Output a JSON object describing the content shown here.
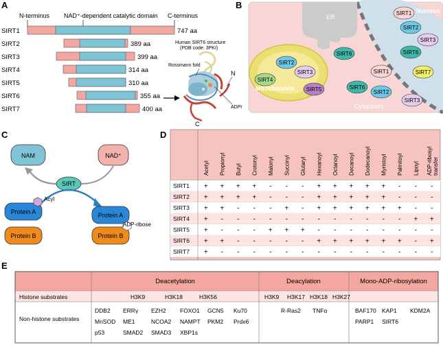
{
  "panel_labels": {
    "a": "A",
    "b": "B",
    "c": "C",
    "d": "D",
    "e": "E"
  },
  "panel_a": {
    "n_terminus": "N-terminus",
    "catalytic_domain": "NAD⁺-dependent catalytic domain",
    "c_terminus": "C-terminus",
    "sirtuins": [
      {
        "name": "SIRT1",
        "length": "747 aa"
      },
      {
        "name": "SIRT2",
        "length": "389 aa"
      },
      {
        "name": "SIRT3",
        "length": "399 aa"
      },
      {
        "name": "SIRT4",
        "length": "314 aa"
      },
      {
        "name": "SIRT5",
        "length": "310 aa"
      },
      {
        "name": "SIRT6",
        "length": "355 aa"
      },
      {
        "name": "SIRT7",
        "length": "400 aa"
      }
    ],
    "structure_title": "Human SIRT6 structure",
    "structure_pdb": "(PDB code: 3PKI)",
    "rossmann": "Rossmann fold",
    "n_label": "N",
    "c_label": "C",
    "adpr": "ADPr",
    "colors": {
      "terminal": "#f4a6a0",
      "domain": "#7fc3d6"
    }
  },
  "panel_b": {
    "er": "ER",
    "nucleus": "Nucleus",
    "cytoplasm": "Cytoplasm",
    "mitochondria": "Mitochondria",
    "mito_sirts": [
      "SIRT2",
      "SIRT4",
      "SIRT3",
      "SIRT5"
    ],
    "er_sirt": "SIRT6",
    "nuclear_sirts": [
      "SIRT1",
      "SIRT2",
      "SIRT6",
      "SIRT3",
      "SIRT7"
    ],
    "cyto_sirts": [
      "SIRT1",
      "SIRT6",
      "SIRT2",
      "SIRT3"
    ]
  },
  "panel_c": {
    "nam": "NAM",
    "nad": "NAD⁺",
    "sirt": "SIRT",
    "acyl": "Acyl",
    "adp_ribose": "ADP-ribose",
    "protein_a": "Protein A",
    "protein_b": "Protein B"
  },
  "panel_d": {
    "columns": [
      "Acetyl",
      "Propionyl",
      "Butyl",
      "Crotonyl",
      "Malonyl",
      "Succinyl",
      "Glutaryl",
      "Hexanoyl",
      "Octanoyl",
      "Decanoyl",
      "Dodecanoyl",
      "Myristoyl",
      "Palmitoyl",
      "Lipoyl",
      "ADP-ribosyl transfer"
    ],
    "rows": [
      {
        "name": "SIRT1",
        "cells": [
          "+",
          "+",
          "+",
          "+",
          "-",
          "-",
          "-",
          "+",
          "+",
          "+",
          "+",
          "+",
          "-",
          "-",
          "-"
        ]
      },
      {
        "name": "SIRT2",
        "cells": [
          "+",
          "+",
          "+",
          "+",
          "-",
          "-",
          "-",
          "+",
          "+",
          "+",
          "+",
          "+",
          "-",
          "-",
          "-"
        ]
      },
      {
        "name": "SIRT3",
        "cells": [
          "+",
          "+",
          "-",
          "-",
          "-",
          "+",
          "-",
          "+",
          "+",
          "+",
          "+",
          "+",
          "+",
          "-",
          "-"
        ]
      },
      {
        "name": "SIRT4",
        "cells": [
          "+",
          "-",
          "-",
          "-",
          "-",
          "-",
          "-",
          "-",
          "-",
          "-",
          "-",
          "-",
          "-",
          "+",
          "+"
        ]
      },
      {
        "name": "SIRT5",
        "cells": [
          "+",
          "-",
          "-",
          "-",
          "+",
          "+",
          "+",
          "-",
          "-",
          "-",
          "-",
          "-",
          "-",
          "-",
          "-"
        ]
      },
      {
        "name": "SIRT6",
        "cells": [
          "+",
          "+",
          "-",
          "-",
          "-",
          "-",
          "-",
          "+",
          "+",
          "+",
          "+",
          "+",
          "+",
          "-",
          "+"
        ]
      },
      {
        "name": "SIRT7",
        "cells": [
          "+",
          "-",
          "-",
          "-",
          "-",
          "-",
          "-",
          "-",
          "-",
          "-",
          "-",
          "-",
          "-",
          "-",
          "-"
        ]
      }
    ]
  },
  "panel_e": {
    "headers": [
      "Deacetylation",
      "Deacylation",
      "Mono-ADP-ribosylation"
    ],
    "row_labels": [
      "Histone substrates",
      "Non-histone substrates"
    ],
    "histone": {
      "deacetylation": [
        "H3K9",
        "H3K18",
        "H3K56"
      ],
      "deacylation": [
        "H3K9",
        "H3K17",
        "H3K18",
        "H3K27"
      ],
      "adp": []
    },
    "non_histone": {
      "deacetylation": [
        [
          "DDB2",
          "ERRγ",
          "EZH2",
          "FOXO1",
          "GCN5",
          "Ku70"
        ],
        [
          "MnSOD",
          "ME1",
          "NCOA2",
          "NAMPT",
          "PKM2",
          "Prdx6"
        ],
        [
          "p53",
          "SMAD2",
          "SMAD3",
          "XBP1s"
        ]
      ],
      "deacylation": [
        [
          "R-Ras2",
          "TNFα"
        ]
      ],
      "adp": [
        [
          "BAF170",
          "KAP1",
          "KDM2A"
        ],
        [
          "PARP1",
          "SIRT6"
        ]
      ]
    }
  }
}
